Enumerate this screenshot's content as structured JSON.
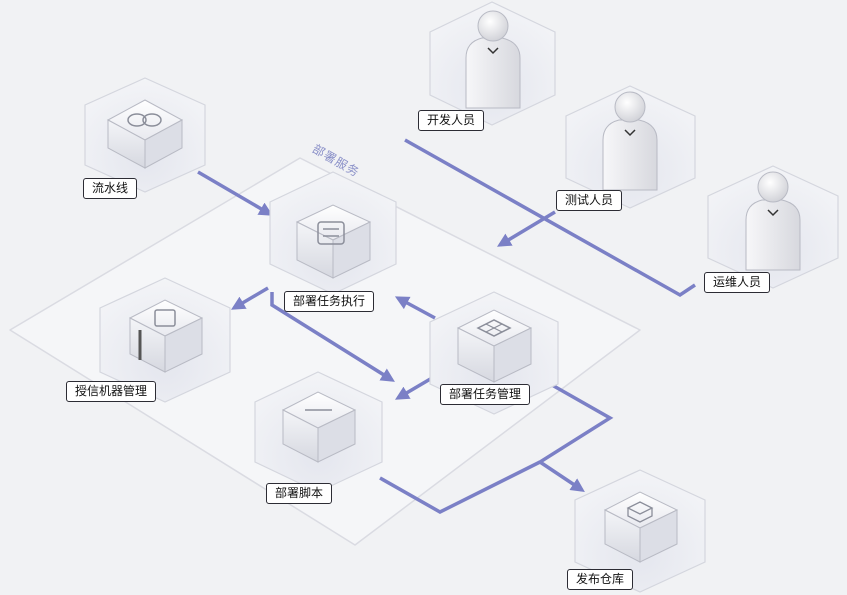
{
  "zone_label": "部署服务",
  "nodes": {
    "pipeline": "流水线",
    "developer": "开发人员",
    "tester": "测试人员",
    "ops": "运维人员",
    "deploy_exec": "部署任务执行",
    "trusted_machines": "授信机器管理",
    "deploy_manage": "部署任务管理",
    "deploy_script": "部署脚本",
    "release_repo": "发布仓库"
  },
  "colors": {
    "arrow": "#7b80c6",
    "background": "#f1f2f4",
    "hex_outline": "#d4d6de",
    "zone_outline": "#dadbe2"
  },
  "icons": {
    "pipeline": "pipeline-cube-icon",
    "developer": "person-icon",
    "tester": "person-icon",
    "ops": "person-icon",
    "deploy_exec": "document-cube-icon",
    "trusted_machines": "server-cube-icon",
    "deploy_manage": "grid-cube-icon",
    "deploy_script": "script-cube-icon",
    "release_repo": "package-cube-icon"
  }
}
